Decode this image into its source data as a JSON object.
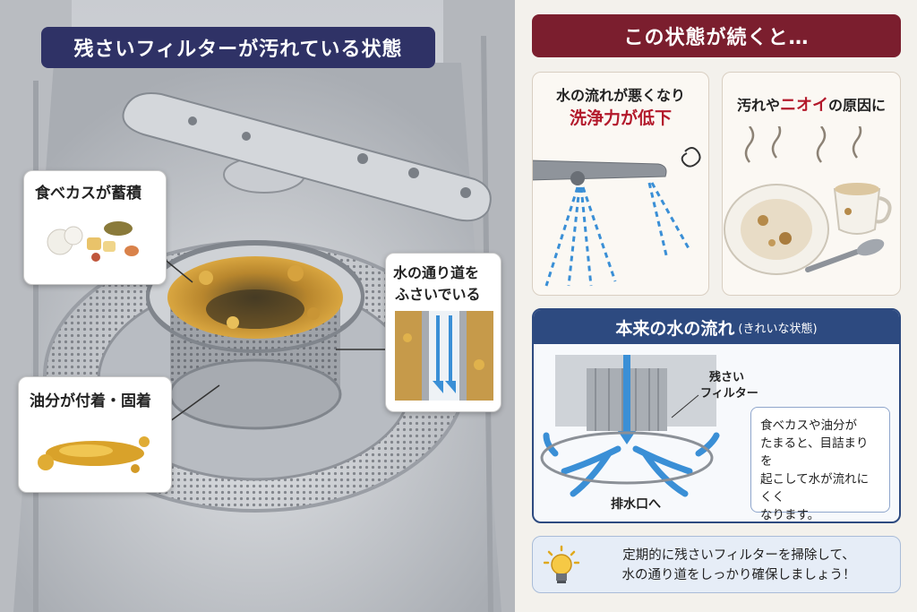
{
  "left": {
    "title": "残さいフィルターが汚れている状態",
    "callout_food": "食べカスが蓄積",
    "callout_water": [
      "水の通り道を",
      "ふさいでいる"
    ],
    "callout_oil": "油分が付着・固着"
  },
  "right": {
    "header": "この状態が続くと…",
    "card1": {
      "line1": "水の流れが悪くなり",
      "line2": "洗浄力が低下"
    },
    "card2": {
      "part1": "汚れや",
      "part2": "ニオイ",
      "part3": "の原因に"
    },
    "flow": {
      "title": "本来の水の流れ",
      "title_note": "(きれいな状態)",
      "filter_label": [
        "残さい",
        "フィルター"
      ],
      "drain_label": "排水口へ",
      "note": [
        "食べカスや油分が",
        "たまると、目詰まりを",
        "起こして水が流れにくく",
        "なります。"
      ]
    },
    "tip": [
      "定期的に残さいフィルターを掃除して、",
      "水の通り道をしっかり確保しましょう！"
    ]
  },
  "colors": {
    "left_title_bg": "#2f3266",
    "right_header_bg": "#7b1e2e",
    "emphasis_red": "#b3192b",
    "flow_blue": "#2d4a80",
    "water_arrow": "#3a8fd6"
  },
  "icons": [
    "lightbulb-icon",
    "spray-arm-icon",
    "filter-basket-icon",
    "plate-icon",
    "cup-icon",
    "spoon-icon"
  ]
}
